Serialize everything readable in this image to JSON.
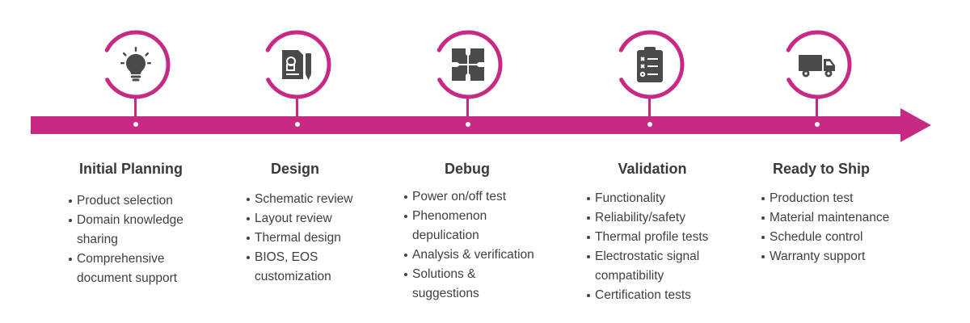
{
  "colors": {
    "accent": "#c72a85",
    "icon": "#4a4a4a",
    "text": "#404040",
    "title": "#3a3a3a"
  },
  "stages": [
    {
      "title": "Initial Planning",
      "icon": "lightbulb-icon",
      "items": [
        "Product selection",
        "Domain knowledge sharing",
        "Comprehensive document support"
      ]
    },
    {
      "title": "Design",
      "icon": "schematic-pencil-icon",
      "items": [
        "Schematic review",
        "Layout review",
        "Thermal design",
        "BIOS, EOS customization"
      ]
    },
    {
      "title": "Debug",
      "icon": "puzzle-icon",
      "items": [
        "Power on/off test",
        "Phenomenon depulication",
        "Analysis & verification",
        "Solutions & suggestions"
      ]
    },
    {
      "title": "Validation",
      "icon": "clipboard-checklist-icon",
      "items": [
        "Functionality",
        "Reliability/safety",
        "Thermal profile tests",
        "Electrostatic signal compatibility",
        "Certification tests"
      ]
    },
    {
      "title": "Ready to Ship",
      "icon": "truck-icon",
      "items": [
        "Production test",
        "Material maintenance",
        "Schedule control",
        "Warranty support"
      ]
    }
  ]
}
